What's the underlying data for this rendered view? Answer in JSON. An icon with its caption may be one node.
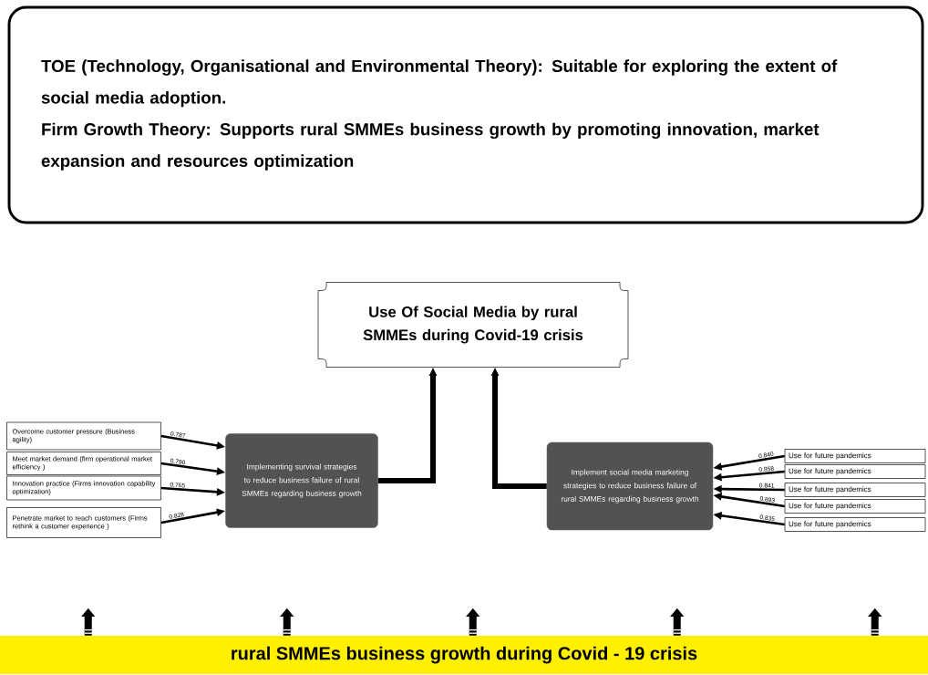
{
  "diagram": {
    "nodes": [
      {
        "text": [
          "TOE (Technology, Organisational and Environmental Theory): Suitable for exploring the extent of social media adoption.",
          "Firm Growth Theory: Supports rural SMMEs business growth by promoting innovation, market expansion and resources optimization"
        ]
      },
      {
        "text": [
          "Use Of Social Media by rural SMMEs during Covid-19 crisis"
        ]
      },
      {
        "text": [
          "Overcome customer pressure (Business agility)"
        ]
      },
      {
        "text": [
          "Meet market demand (firm operational market efficiency )"
        ]
      },
      {
        "text": [
          "Innovation practice (Firms innovation capability optimization)"
        ]
      },
      {
        "text": [
          "Penetrate market to reach customers (Firms rethink a customer experience )"
        ]
      },
      {
        "text": [
          "Implementing survival strategies to reduce business failure of rural SMMEs regarding business growth"
        ]
      },
      {
        "text": [
          "Implement social media marketing strategies to reduce business failure of rural SMMEs regarding business growth"
        ]
      },
      {
        "text": [
          "Use for future pandemics"
        ]
      },
      {
        "text": [
          "Use for future pandemics"
        ]
      },
      {
        "text": [
          "Use for future pandemics"
        ]
      },
      {
        "text": [
          "Use for future pandemics"
        ]
      },
      {
        "text": [
          "Use for future pandemics"
        ]
      },
      {
        "text": [
          "rural SMMEs business growth during Covid - 19 crisis"
        ]
      }
    ],
    "edges": [
      {
        "from": 2,
        "to": 6,
        "arrow": "to",
        "label": "0.787"
      },
      {
        "from": 3,
        "to": 6,
        "arrow": "to",
        "label": "0.790"
      },
      {
        "from": 4,
        "to": 6,
        "arrow": "to",
        "label": "0.765"
      },
      {
        "from": 5,
        "to": 6,
        "arrow": "to",
        "label": "0.828"
      },
      {
        "from": 6,
        "to": 1,
        "arrow": "to",
        "style": "thick"
      },
      {
        "from": 7,
        "to": 1,
        "arrow": "to",
        "style": "thick"
      },
      {
        "from": 8,
        "to": 7,
        "arrow": "to",
        "label": "0.840"
      },
      {
        "from": 9,
        "to": 7,
        "arrow": "to",
        "label": "0.858"
      },
      {
        "from": 10,
        "to": 7,
        "arrow": "to",
        "label": "0.841"
      },
      {
        "from": 11,
        "to": 7,
        "arrow": "to",
        "label": "0.893"
      },
      {
        "from": 12,
        "to": 7,
        "arrow": "to",
        "label": "0.835"
      },
      {
        "from": 13,
        "to": null,
        "arrow": "to",
        "style": "thick"
      },
      {
        "from": 13,
        "to": null,
        "arrow": "to",
        "style": "thick"
      },
      {
        "from": 13,
        "to": null,
        "arrow": "to",
        "style": "thick"
      },
      {
        "from": 13,
        "to": null,
        "arrow": "to",
        "style": "thick"
      },
      {
        "from": 13,
        "to": null,
        "arrow": "to",
        "style": "thick"
      }
    ]
  }
}
